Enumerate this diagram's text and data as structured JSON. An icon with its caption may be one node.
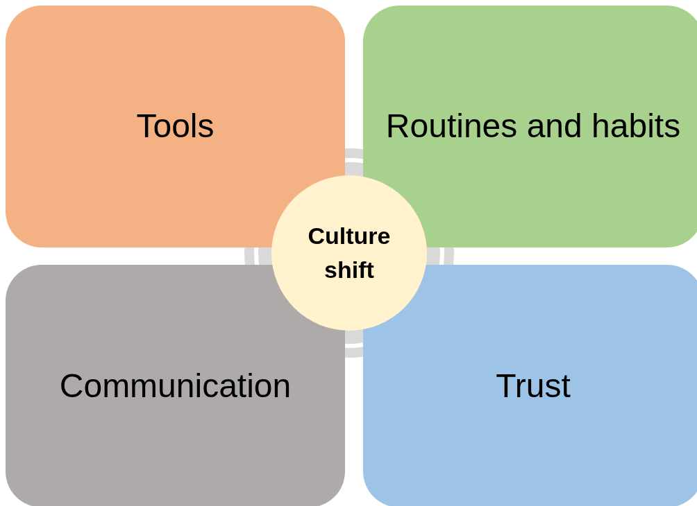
{
  "diagram": {
    "nodes": [
      {
        "text": [
          "Tools"
        ]
      },
      {
        "text": [
          "Routines and habits"
        ]
      },
      {
        "text": [
          "Communication"
        ]
      },
      {
        "text": [
          "Trust"
        ]
      },
      {
        "text": [
          "Culture shift"
        ]
      }
    ],
    "edges": []
  }
}
